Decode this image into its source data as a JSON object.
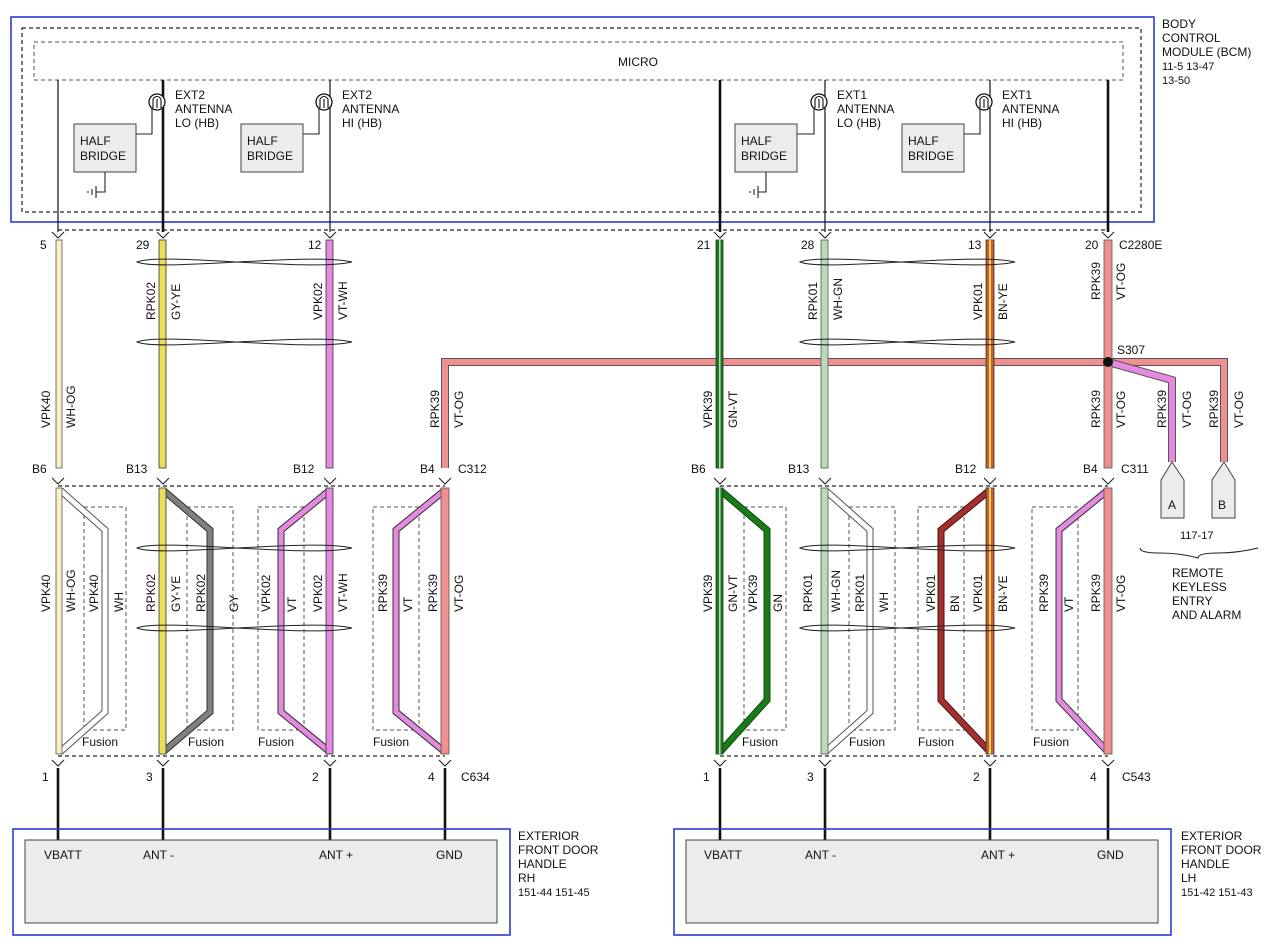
{
  "bcm": {
    "title_lines": [
      "BODY",
      "CONTROL",
      "MODULE (BCM)"
    ],
    "refs_line1": "11-5      13-47",
    "refs_line2": "13-50",
    "micro_label": "MICRO",
    "half_bridge": [
      "HALF",
      "BRIDGE"
    ],
    "antennas": [
      {
        "lines": [
          "EXT2",
          "ANTENNA",
          "LO (HB)"
        ]
      },
      {
        "lines": [
          "EXT2",
          "ANTENNA",
          "HI (HB)"
        ]
      },
      {
        "lines": [
          "EXT1",
          "ANTENNA",
          "LO (HB)"
        ]
      },
      {
        "lines": [
          "EXT1",
          "ANTENNA",
          "HI (HB)"
        ]
      }
    ]
  },
  "connectors": {
    "bcm_connector": "C2280E",
    "splice": "S307",
    "rh_inline": "C312",
    "lh_inline": "C311",
    "rh_handle_conn": "C634",
    "lh_handle_conn": "C543"
  },
  "pins_top": {
    "rh": [
      "5",
      "29",
      "12"
    ],
    "lh": [
      "21",
      "28",
      "13",
      "20"
    ]
  },
  "inline_pins": [
    "B6",
    "B13",
    "B12",
    "B4"
  ],
  "pins_bottom": [
    "1",
    "3",
    "2",
    "4"
  ],
  "circuits_upper": {
    "rh": [
      {
        "circuit": "VPK40",
        "color": "WH-OG"
      },
      {
        "circuit": "RPK02",
        "color": "GY-YE"
      },
      {
        "circuit": "VPK02",
        "color": "VT-WH"
      },
      {
        "circuit": "RPK39",
        "color": "VT-OG"
      }
    ],
    "lh": [
      {
        "circuit": "VPK39",
        "color": "GN-VT"
      },
      {
        "circuit": "RPK01",
        "color": "WH-GN"
      },
      {
        "circuit": "VPK01",
        "color": "BN-YE"
      },
      {
        "circuit": "RPK39",
        "color": "VT-OG"
      },
      {
        "circuit": "RPK39",
        "color": "VT-OG"
      },
      {
        "circuit": "RPK39",
        "color": "VT-OG"
      },
      {
        "circuit": "RPK39",
        "color": "VT-OG"
      }
    ]
  },
  "circuits_lower": {
    "rh": [
      {
        "a": "VPK40",
        "b": "WH-OG",
        "c": "VPK40",
        "d": "WH"
      },
      {
        "a": "RPK02",
        "b": "GY-YE",
        "c": "RPK02",
        "d": "GY"
      },
      {
        "a": "VPK02",
        "b": "VT",
        "c": "VPK02",
        "d": "VT-WH"
      },
      {
        "a": "RPK39",
        "b": "VT",
        "c": "RPK39",
        "d": "VT-OG"
      }
    ],
    "lh": [
      {
        "a": "VPK39",
        "b": "GN-VT",
        "c": "VPK39",
        "d": "GN"
      },
      {
        "a": "RPK01",
        "b": "WH-GN",
        "c": "RPK01",
        "d": "WH"
      },
      {
        "a": "VPK01",
        "b": "BN",
        "c": "VPK01",
        "d": "BN-YE"
      },
      {
        "a": "RPK39",
        "b": "VT",
        "c": "RPK39",
        "d": "VT-OG"
      }
    ]
  },
  "fusion_label": "Fusion",
  "rke": {
    "conn_a": "A",
    "conn_b": "B",
    "ref": "117-17",
    "lines": [
      "REMOTE",
      "KEYLESS",
      "ENTRY",
      "AND ALARM"
    ]
  },
  "handles": {
    "terminals": [
      "VBATT",
      "ANT -",
      "ANT +",
      "GND"
    ],
    "rh": {
      "lines": [
        "EXTERIOR",
        "FRONT DOOR",
        "HANDLE",
        "RH"
      ],
      "refs": "151-44  151-45"
    },
    "lh": {
      "lines": [
        "EXTERIOR",
        "FRONT DOOR",
        "HANDLE",
        "LH"
      ],
      "refs": "151-42  151-43"
    }
  },
  "colors": {
    "white": "#f7f0c8",
    "yellow": "#e8e05a",
    "gray": "#808080",
    "violet": "#e48ae0",
    "pink": "#f09090",
    "green": "#1a7a1a",
    "light_green": "#b8dcb8",
    "brown": "#c0602a",
    "dark_red": "#a33030",
    "module_blue": "#2b3bd6"
  }
}
